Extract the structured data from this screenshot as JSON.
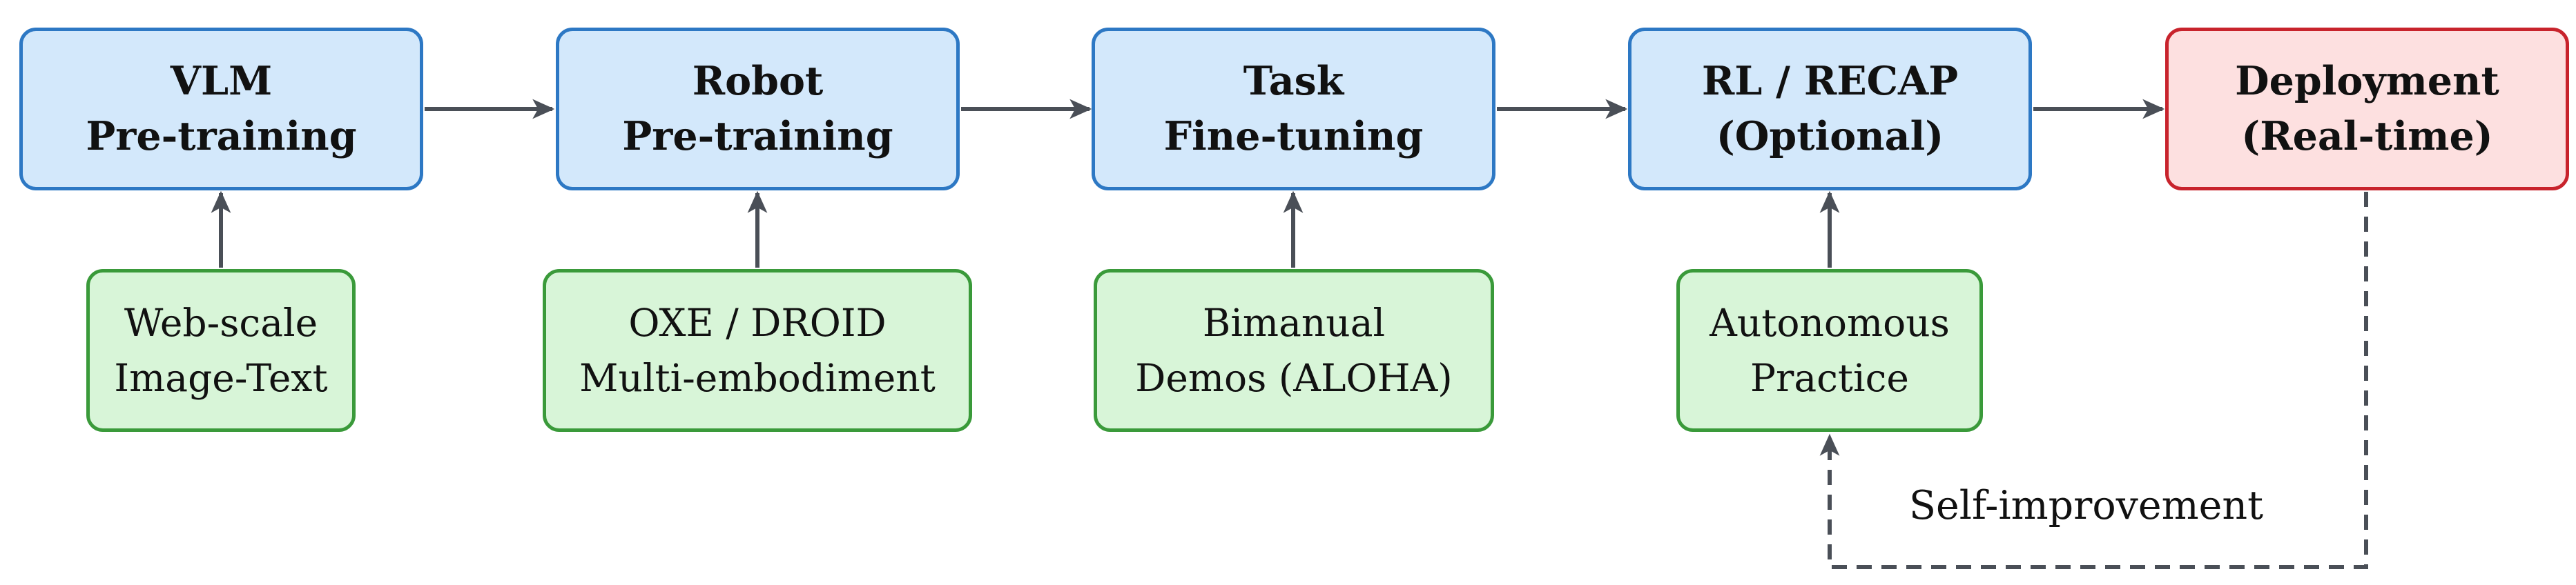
{
  "stages": [
    {
      "line1": "VLM",
      "line2": "Pre-training"
    },
    {
      "line1": "Robot",
      "line2": "Pre-training"
    },
    {
      "line1": "Task",
      "line2": "Fine-tuning"
    },
    {
      "line1": "RL / RECAP",
      "line2": "(Optional)"
    },
    {
      "line1": "Deployment",
      "line2": "(Real-time)"
    }
  ],
  "sources": [
    {
      "line1": "Web-scale",
      "line2": "Image-Text"
    },
    {
      "line1": "OXE / DROID",
      "line2": "Multi-embodiment"
    },
    {
      "line1": "Bimanual",
      "line2": "Demos (ALOHA)"
    },
    {
      "line1": "Autonomous",
      "line2": "Practice"
    }
  ],
  "feedback": {
    "label": "Self-improvement"
  },
  "colors": {
    "stage_fill": "#d3e8fb",
    "stage_border": "#2d78c4",
    "deploy_fill": "#fde0e0",
    "deploy_border": "#c8232c",
    "source_fill": "#d8f5d8",
    "source_border": "#3a9a3a",
    "arrow": "#4a4f57"
  }
}
